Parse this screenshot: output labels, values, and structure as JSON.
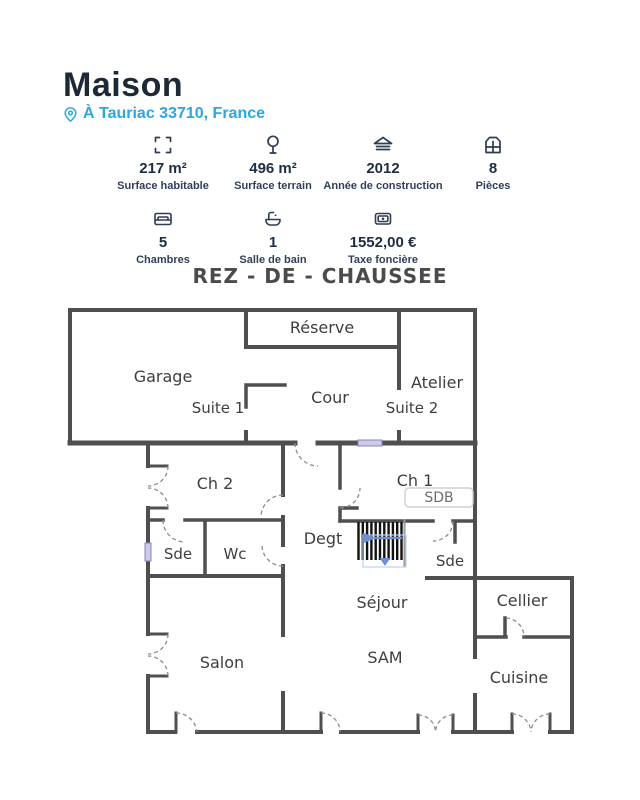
{
  "header": {
    "title": "Maison",
    "location": "À Tauriac 33710, France"
  },
  "stats": {
    "row1": [
      {
        "icon": "area-icon",
        "value": "217 m²",
        "label": "Surface habitable"
      },
      {
        "icon": "tree-icon",
        "value": "496 m²",
        "label": "Surface terrain"
      },
      {
        "icon": "construction-year-icon",
        "value": "2012",
        "label": "Année de construction"
      },
      {
        "icon": "rooms-icon",
        "value": "8",
        "label": "Pièces"
      }
    ],
    "row2": [
      {
        "icon": "bed-icon",
        "value": "5",
        "label": "Chambres"
      },
      {
        "icon": "bath-icon",
        "value": "1",
        "label": "Salle de bain"
      },
      {
        "icon": "money-icon",
        "value": "1552,00 €",
        "label": "Taxe foncière"
      }
    ]
  },
  "floorplan": {
    "title": "REZ - DE - CHAUSSEE",
    "rooms": {
      "reserve": "Réserve",
      "garage": "Garage",
      "atelier": "Atelier",
      "cour": "Cour",
      "suite1": "Suite 1",
      "suite2": "Suite 2",
      "ch2": "Ch 2",
      "ch1": "Ch 1",
      "sdb": "SDB",
      "sde1": "Sde",
      "wc": "Wc",
      "degt": "Degt",
      "sde2": "Sde",
      "sejour": "Séjour",
      "cellier": "Cellier",
      "salon": "Salon",
      "sam": "SAM",
      "cuisine": "Cuisine"
    }
  },
  "colors": {
    "title": "#1e2936",
    "accent_cyan": "#29a8e0",
    "stat_text": "#1d2d42",
    "wall": "#4f4f4f",
    "door_arc": "#8d8d8d",
    "window_fill": "#cdc9ec",
    "stairs_arrow_blue": "#6e8fd6"
  }
}
